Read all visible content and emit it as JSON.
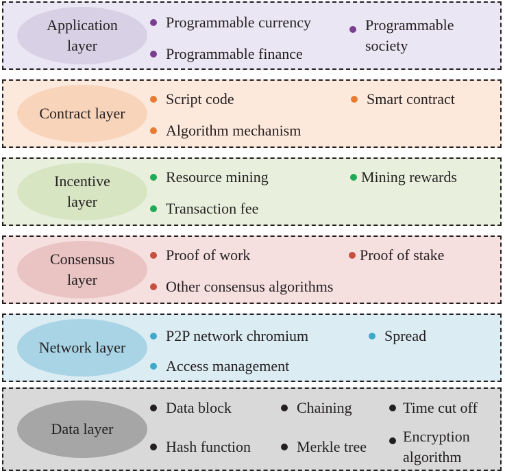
{
  "layers": [
    {
      "name": "Application\nlayer",
      "bg": "#ebe6f3",
      "ellipse": "#d8d0e5",
      "dot": "#7a3e8e",
      "items": [
        "Programmable currency",
        "Programmable finance",
        "Programmable\nsociety"
      ]
    },
    {
      "name": "Contract layer",
      "bg": "#fde9dc",
      "ellipse": "#f8d4bb",
      "dot": "#ea7a2f",
      "items": [
        "Script code",
        "Algorithm mechanism",
        "Smart contract"
      ]
    },
    {
      "name": "Incentive\nlayer",
      "bg": "#e8f0dd",
      "ellipse": "#d7e5c3",
      "dot": "#1faa55",
      "items": [
        "Resource mining",
        "Transaction fee",
        "Mining rewards"
      ]
    },
    {
      "name": "Consensus\nlayer",
      "bg": "#f5dfdf",
      "ellipse": "#eac3c3",
      "dot": "#c64f40",
      "items": [
        "Proof of work",
        "Other consensus algorithms",
        "Proof of stake"
      ]
    },
    {
      "name": "Network layer",
      "bg": "#dcecf3",
      "ellipse": "#a8d4e5",
      "dot": "#3ea9c9",
      "items": [
        "P2P network chromium",
        "Access management",
        "Spread"
      ]
    },
    {
      "name": "Data layer",
      "bg": "#d9d9d9",
      "ellipse": "#a6a6a6",
      "dot": "#231f20",
      "items": [
        "Data block",
        "Hash function",
        "Chaining",
        "Merkle tree",
        "Time cut off",
        "Encryption\nalgorithm"
      ]
    }
  ]
}
